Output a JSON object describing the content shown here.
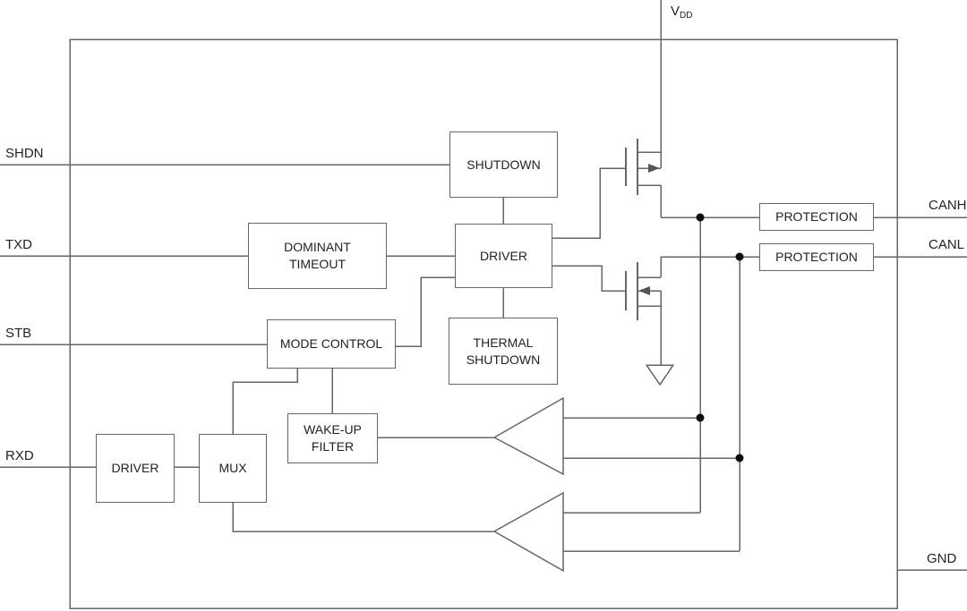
{
  "diagram": {
    "title": "CAN transceiver functional block diagram",
    "pins": {
      "shdn": "SHDN",
      "txd": "TXD",
      "stb": "STB",
      "rxd": "RXD",
      "vdd_base": "V",
      "vdd_sub": "DD",
      "canh": "CANH",
      "canl": "CANL",
      "gnd": "GND"
    },
    "blocks": {
      "shutdown": "SHUTDOWN",
      "dominant_timeout": "DOMINANT\nTIMEOUT",
      "driver": "DRIVER",
      "thermal_shutdown": "THERMAL\nSHUTDOWN",
      "mode_control": "MODE CONTROL",
      "wakeup_filter": "WAKE-UP\nFILTER",
      "rx_driver": "DRIVER",
      "mux": "MUX",
      "protection_canh": "PROTECTION",
      "protection_canl": "PROTECTION"
    },
    "symbols": {
      "high_side_mosfet": "p-channel MOSFET to VDD",
      "low_side_mosfet": "n-channel MOSFET to GND",
      "receiver_main": "receiver comparator triangle",
      "receiver_wakeup": "wake-up receiver comparator triangle",
      "ground": "ground symbol"
    },
    "colors": {
      "wire": "#666666",
      "border": "#666666",
      "text": "#222222",
      "dot": "#0d0d0d",
      "background": "#ffffff"
    }
  }
}
